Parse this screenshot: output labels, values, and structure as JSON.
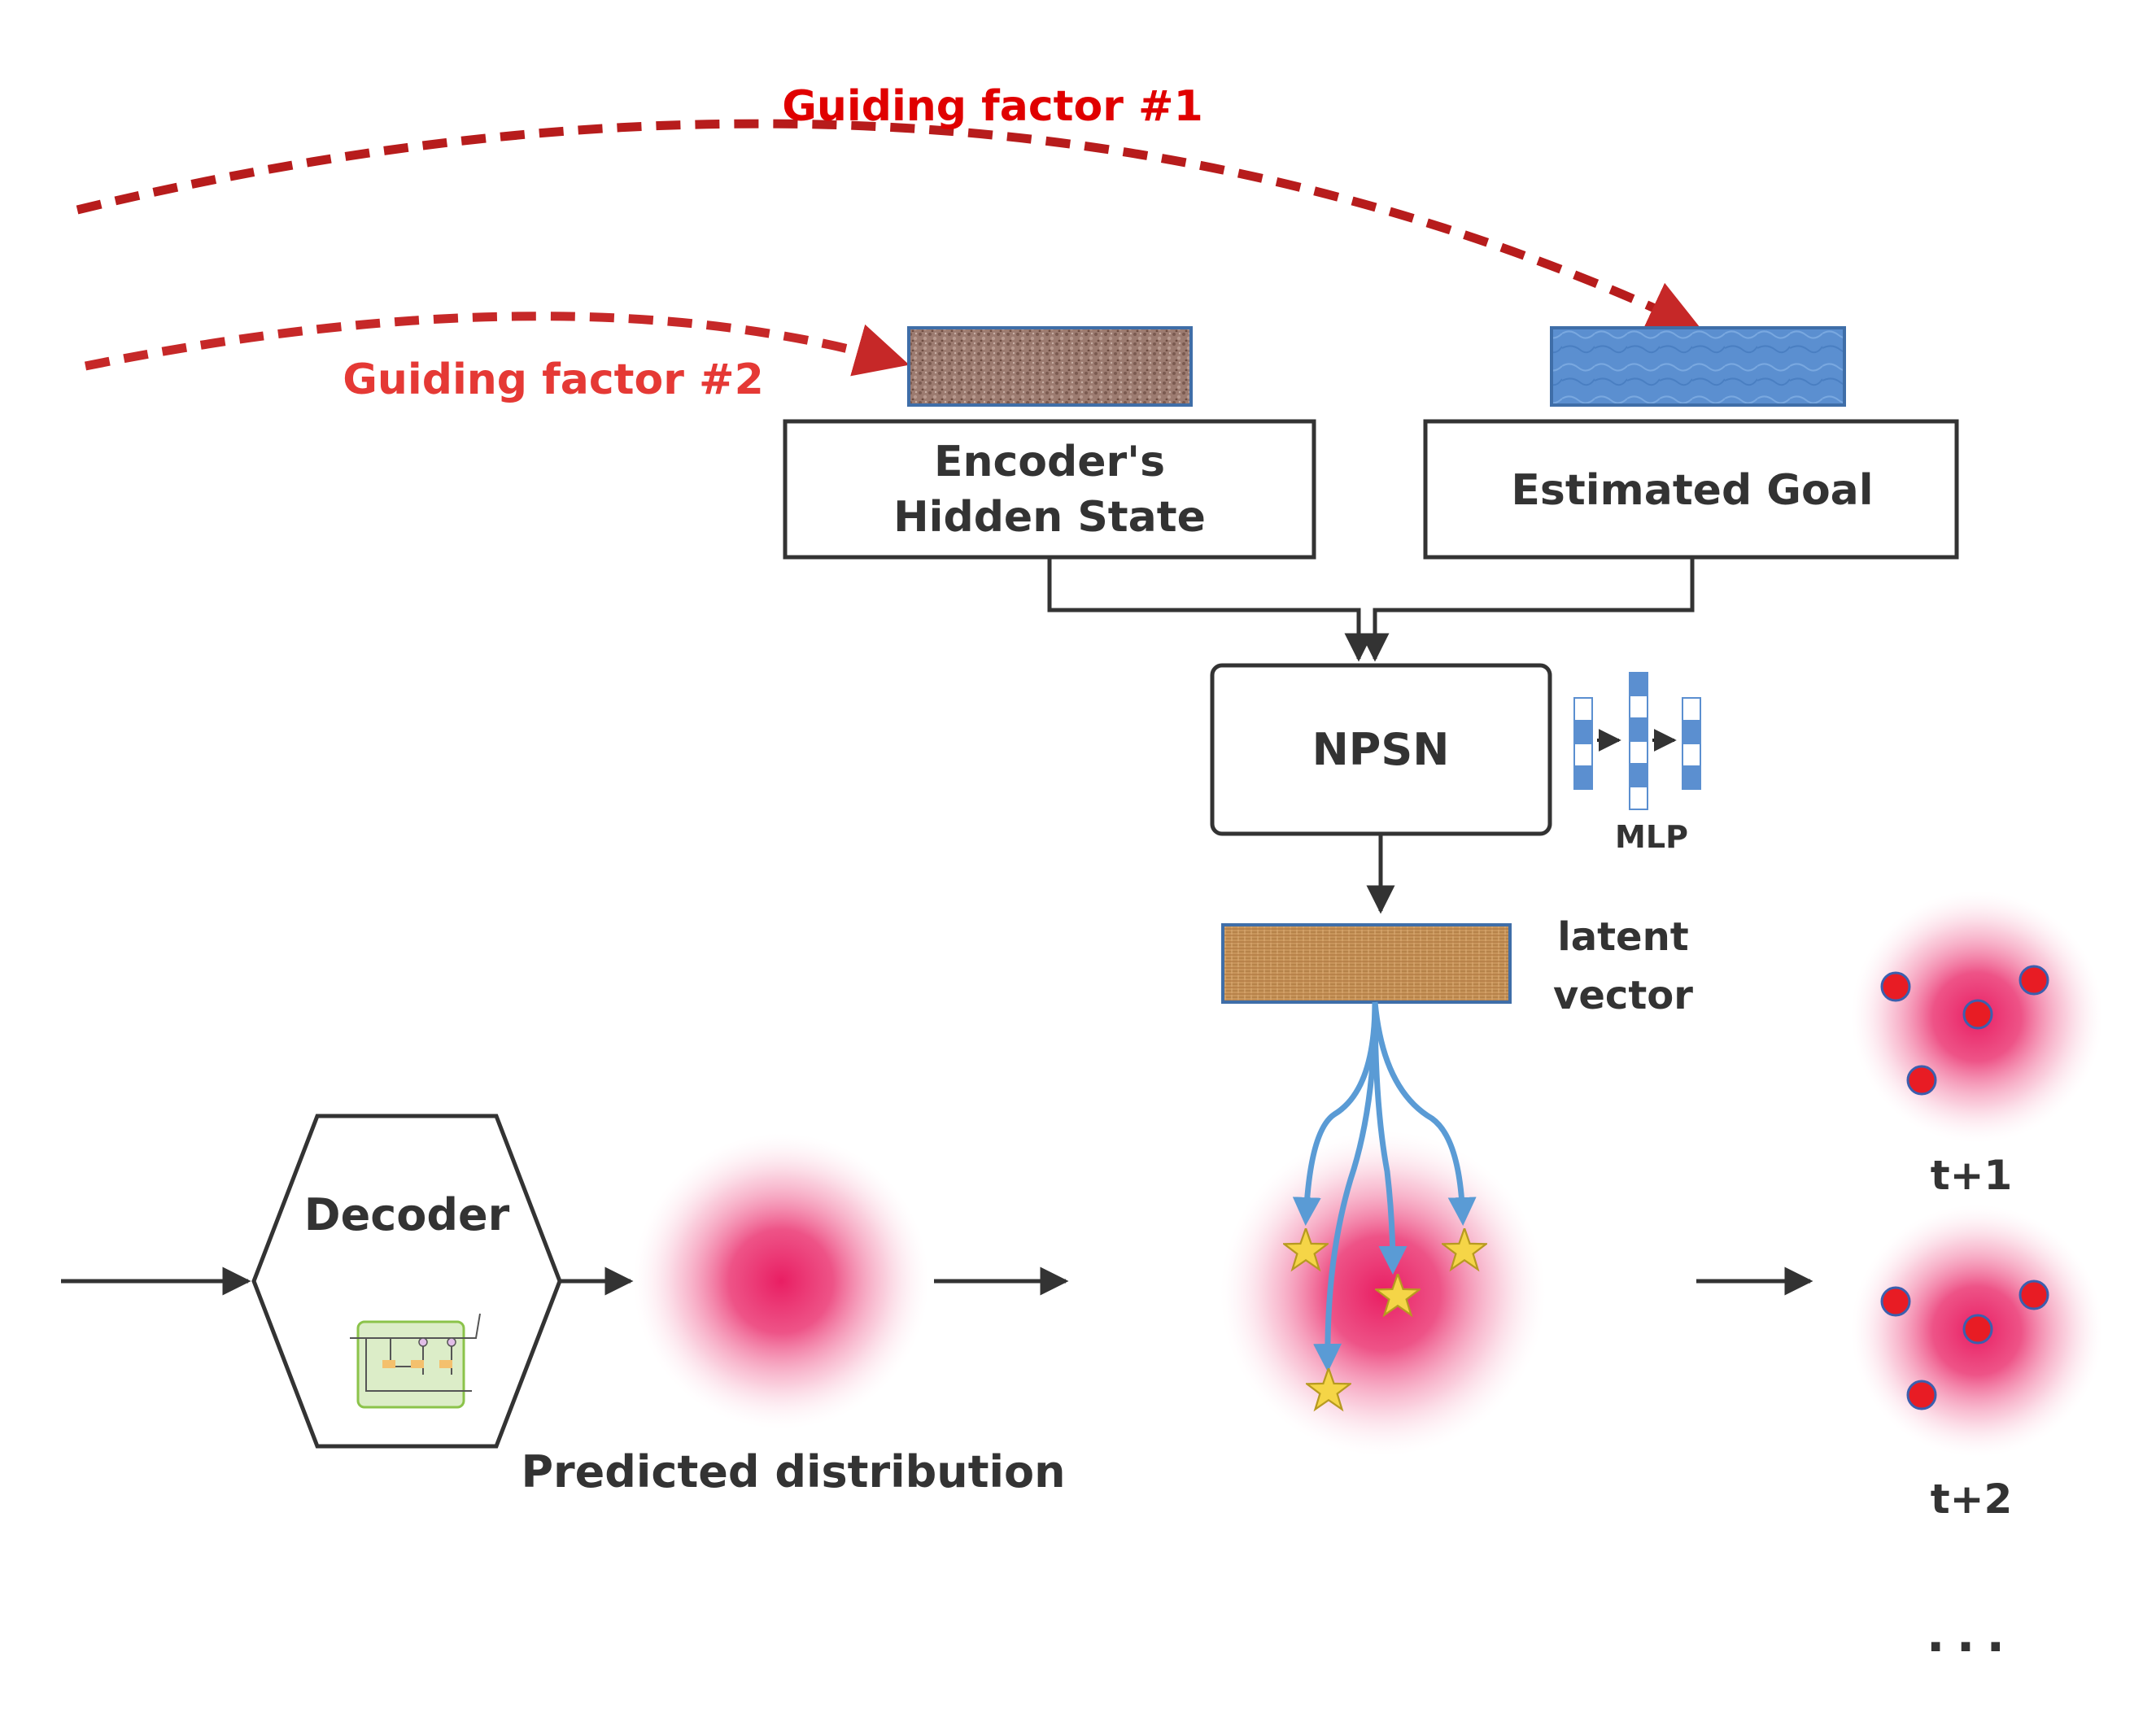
{
  "guides": {
    "factor1": "Guiding factor #1",
    "factor2": "Guiding factor #2",
    "color1": "#b71c1c",
    "color2": "#c62828",
    "text1_color": "#e00000",
    "text2_color": "#e53935"
  },
  "boxes": {
    "encoder_line1": "Encoder's",
    "encoder_line2": "Hidden State",
    "goal": "Estimated Goal",
    "npsn": "NPSN",
    "decoder": "Decoder"
  },
  "labels": {
    "mlp": "MLP",
    "latent_line1": "latent",
    "latent_line2": "vector",
    "predicted": "Predicted distribution",
    "t1": "t+1",
    "t2": "t+2",
    "ellipsis": "..."
  },
  "colors": {
    "encoder_bar": "#8d6e63",
    "goal_bar": "#5b8fd0",
    "latent_bar": "#c8955b",
    "distribution": "#e91e63",
    "sample_point": "#e81c24",
    "star": "#f5d547",
    "fan_line": "#5a9bd5",
    "text": "#333333"
  },
  "icons": {
    "mlp": "mlp-network-icon",
    "decoder": "lstm-cell-icon"
  }
}
